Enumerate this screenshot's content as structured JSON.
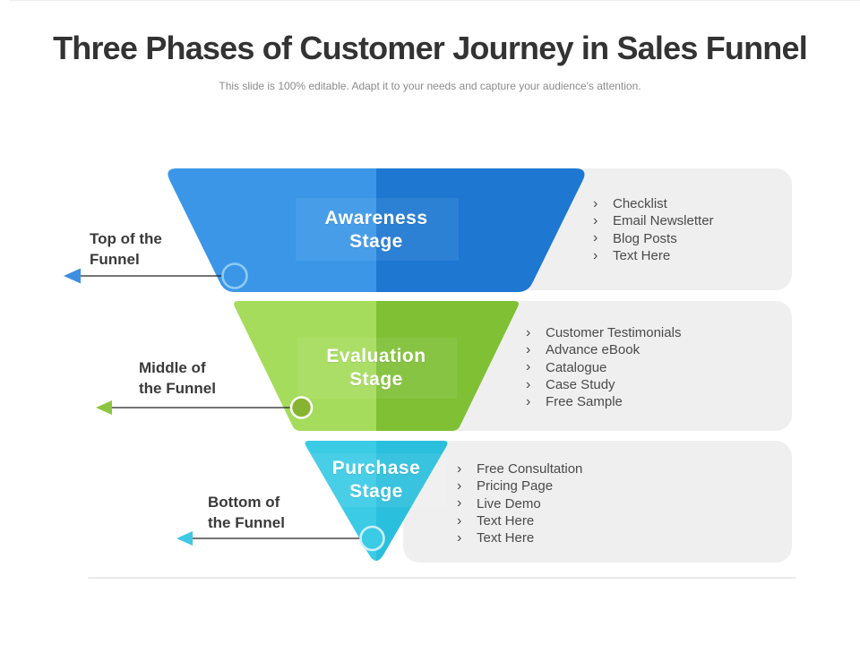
{
  "slide": {
    "title": "Three Phases of Customer Journey in Sales Funnel",
    "subtitle": "This slide is 100% editable. Adapt it to your needs and capture your audience's attention."
  },
  "funnel": {
    "bullet_glyph": "›",
    "stages": [
      {
        "label_line1": "Awareness",
        "label_line2": "Stage",
        "color_left": "#3B96E8",
        "color_right": "#1E78D2",
        "pointer": {
          "label_line1": "Top of the",
          "label_line2": "Funnel",
          "arrow_color": "#3E8FDF",
          "dot_fill": "none",
          "dot_stroke": "#8FCBF2"
        },
        "items": [
          "Checklist",
          "Email Newsletter",
          "Blog Posts",
          "Text Here"
        ]
      },
      {
        "label_line1": "Evaluation",
        "label_line2": "Stage",
        "color_left": "#A5DC5C",
        "color_right": "#7FC035",
        "pointer": {
          "label_line1": "Middle of",
          "label_line2": "the Funnel",
          "arrow_color": "#8CC63F",
          "dot_fill": "#87B430",
          "dot_stroke": "#FFFFFF"
        },
        "items": [
          "Customer Testimonials",
          "Advance eBook",
          "Catalogue",
          "Case Study",
          "Free Sample"
        ]
      },
      {
        "label_line1": "Purchase",
        "label_line2": "Stage",
        "color_left": "#3BCBE5",
        "color_right": "#2ABFDC",
        "pointer": {
          "label_line1": "Bottom of",
          "label_line2": "the Funnel",
          "arrow_color": "#3FC9E4",
          "dot_fill": "#3BCBE5",
          "dot_stroke": "#CDEFF7"
        },
        "items": [
          "Free Consultation",
          "Pricing Page",
          "Live Demo",
          "Text Here",
          "Text Here"
        ]
      }
    ]
  }
}
